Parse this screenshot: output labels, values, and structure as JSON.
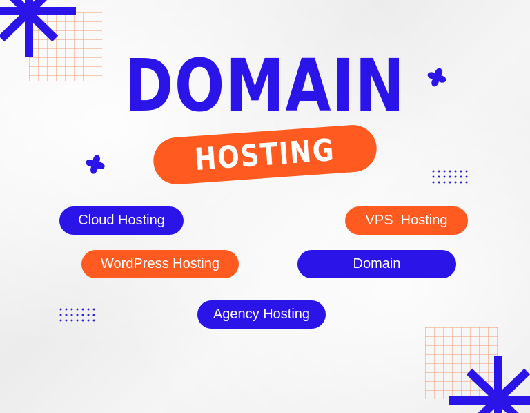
{
  "title": {
    "main": "DOMAIN",
    "badge": "HOSTING"
  },
  "pills": {
    "cloud_hosting": "Cloud Hosting",
    "vps_hosting": "VPS  Hosting",
    "wordpress_hosting": "WordPress Hosting",
    "domain": "Domain",
    "agency_hosting": "Agency Hosting"
  },
  "colors": {
    "blue": "#2b14e8",
    "orange": "#ff5a1f",
    "grid": "#f0a078",
    "background": "#f2f2f2"
  },
  "icons": {
    "corner_top_left": "asterisk-icon",
    "corner_bottom_right": "asterisk-icon",
    "small_flowers": "four-petal-flower-icon"
  }
}
